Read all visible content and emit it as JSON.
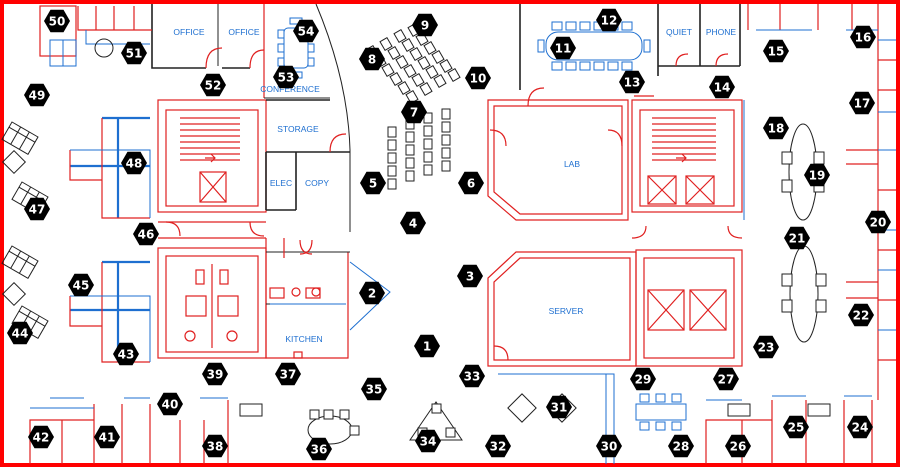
{
  "room_labels": {
    "office_1": "OFFICE",
    "office_2": "OFFICE",
    "conference": "CONFERENCE",
    "storage": "STORAGE",
    "elec": "ELEC",
    "copy": "COPY",
    "kitchen": "KITCHEN",
    "lab": "LAB",
    "server": "SERVER",
    "quiet": "QUIET",
    "phone": "PHONE"
  },
  "markers": [
    "1",
    "2",
    "3",
    "4",
    "5",
    "6",
    "7",
    "8",
    "9",
    "10",
    "11",
    "12",
    "13",
    "14",
    "15",
    "16",
    "17",
    "18",
    "19",
    "20",
    "21",
    "22",
    "23",
    "24",
    "25",
    "26",
    "27",
    "28",
    "29",
    "30",
    "31",
    "32",
    "33",
    "34",
    "35",
    "36",
    "37",
    "38",
    "39",
    "40",
    "41",
    "42",
    "43",
    "44",
    "45",
    "46",
    "47",
    "48",
    "49",
    "50",
    "51",
    "52",
    "53",
    "54"
  ],
  "colors": {
    "wall": "#e02020",
    "furniture": "#1e6fd0",
    "marker": "#000000",
    "border": "#ff0000"
  }
}
